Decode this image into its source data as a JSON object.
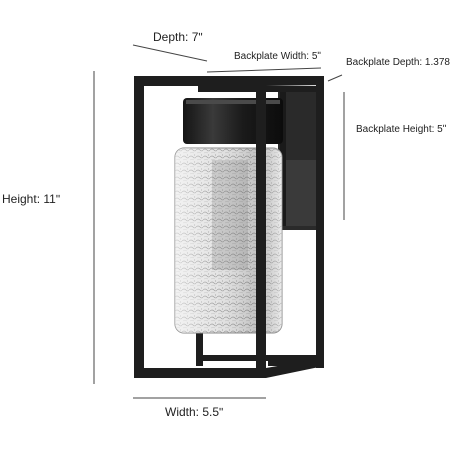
{
  "dimensions": {
    "depth": "Depth: 7ʺ",
    "backplate_width": "Backplate Width: 5ʺ",
    "backplate_depth": "Backplate Depth: 1.378ʺ",
    "backplate_height": "Backplate Height: 5ʺ",
    "height": "Height: 11ʺ",
    "width": "Width: 5.5ʺ"
  },
  "colors": {
    "frame": "#1e1e1e",
    "glass": "#e2e2e2",
    "dimension_line": "#444444",
    "text": "#222222"
  }
}
